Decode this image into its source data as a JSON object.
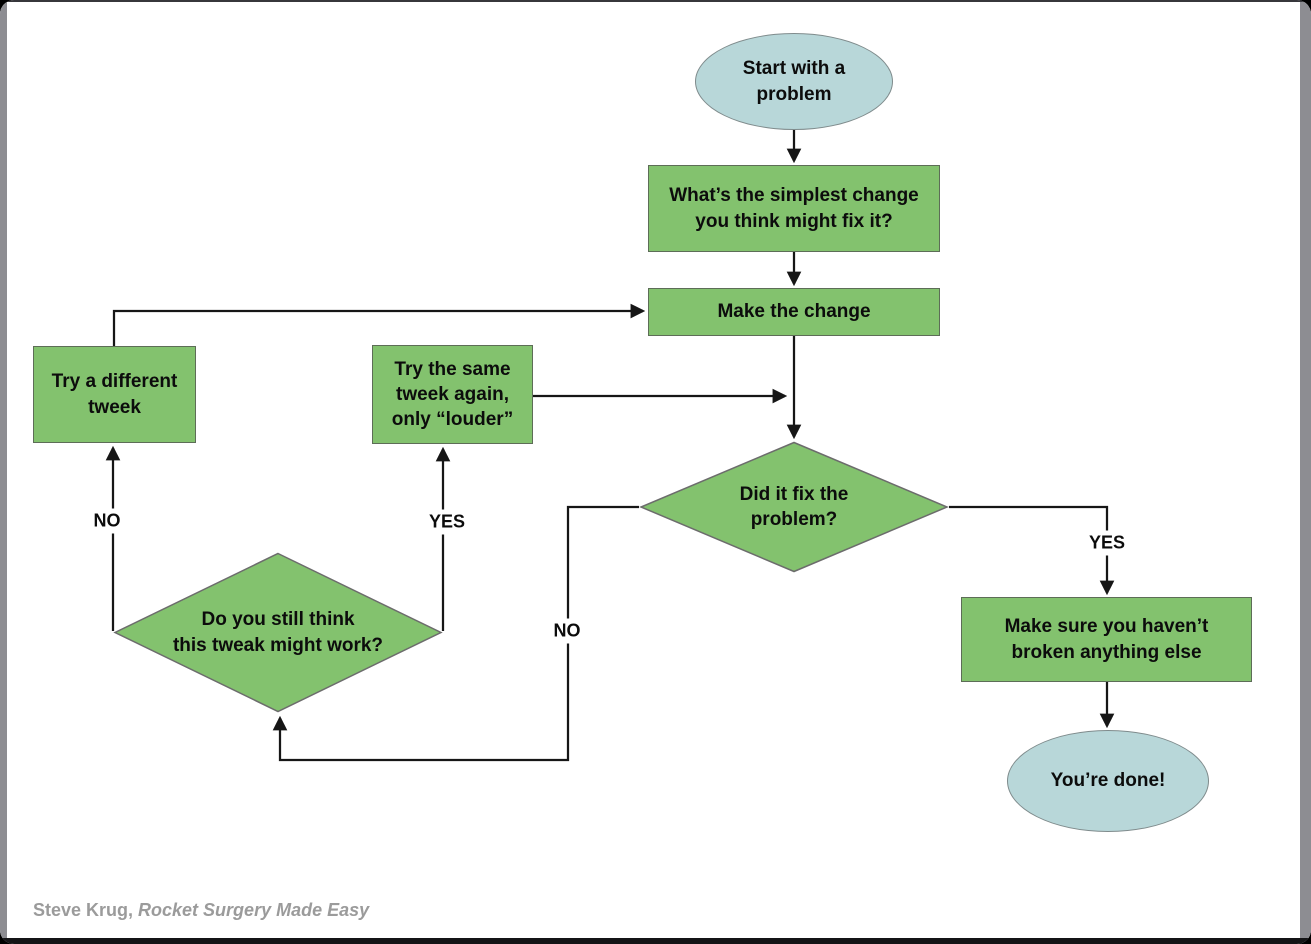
{
  "diagram": {
    "title_source": "flowchart",
    "nodes": {
      "start": {
        "shape": "ellipse",
        "text": "Start with a\nproblem"
      },
      "simplest_change": {
        "shape": "rect",
        "text": "What’s the simplest change\nyou think might fix it?"
      },
      "make_change": {
        "shape": "rect",
        "text": "Make the change"
      },
      "did_fix": {
        "shape": "diamond",
        "text": "Did it fix the\nproblem?"
      },
      "still_think": {
        "shape": "diamond",
        "text": "Do you still think\nthis tweak might work?"
      },
      "different_tweak": {
        "shape": "rect",
        "text": "Try a different\ntweek"
      },
      "same_tweak": {
        "shape": "rect",
        "text": "Try the same\ntweek again,\nonly “louder”"
      },
      "make_sure": {
        "shape": "rect",
        "text": "Make sure you haven’t\nbroken anything else"
      },
      "done": {
        "shape": "ellipse",
        "text": "You’re done!"
      }
    },
    "edge_labels": {
      "no_left": "NO",
      "yes_left": "YES",
      "no_mid": "NO",
      "yes_right": "YES"
    },
    "edges": [
      "start -> simplest_change",
      "simplest_change -> make_change",
      "make_change -> did_fix",
      "did_fix -YES-> make_sure",
      "did_fix -NO-> still_think",
      "still_think -YES-> same_tweak",
      "still_think -NO-> different_tweak",
      "same_tweak -> make_change line",
      "different_tweak -> make_change",
      "make_sure -> done"
    ]
  },
  "footer": {
    "author": "Steve Krug, ",
    "book": "Rocket Surgery Made Easy"
  },
  "colors": {
    "node_green": "#83c26e",
    "node_blue": "#b8d7d9",
    "green_border": "#5d6d57",
    "blue_border": "#7f8b8c",
    "line_black": "#161616",
    "footer_gray": "#9b9b9b",
    "frame_gray": "#8d8d92",
    "background": "#ffffff"
  }
}
